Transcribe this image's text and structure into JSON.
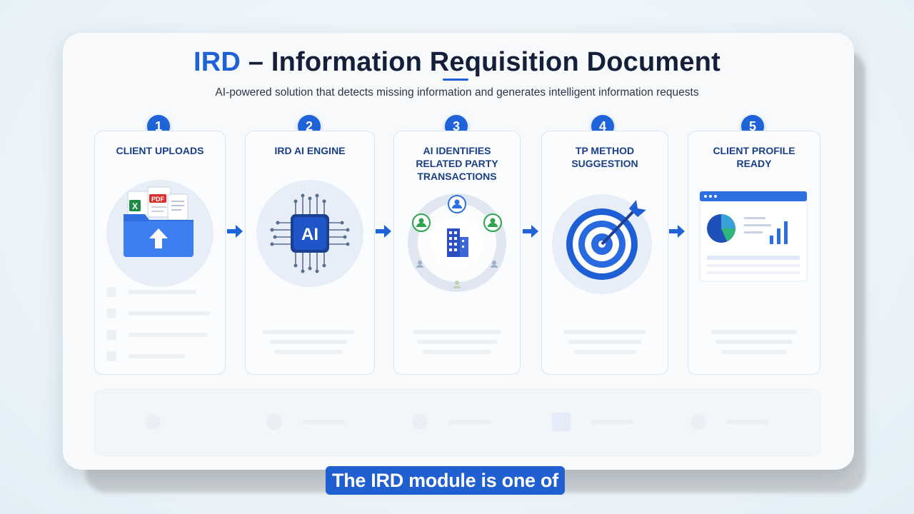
{
  "header": {
    "title_accent": "IRD",
    "title_rest": " – Information Requisition Document",
    "subtitle": "AI-powered solution that detects missing information and generates intelligent information requests"
  },
  "steps": [
    {
      "number": "1",
      "label": "CLIENT UPLOADS",
      "icon": "folder-upload-icon"
    },
    {
      "number": "2",
      "label": "IRD AI ENGINE",
      "icon": "ai-chip-icon"
    },
    {
      "number": "3",
      "label": "AI IDENTIFIES\nRELATED PARTY\nTRANSACTIONS",
      "icon": "network-building-icon"
    },
    {
      "number": "4",
      "label": "TP METHOD\nSUGGESTION",
      "icon": "target-arrow-icon"
    },
    {
      "number": "5",
      "label": "CLIENT PROFILE\nREADY",
      "icon": "dashboard-icon"
    }
  ],
  "icons": {
    "excel_letter": "X",
    "pdf_label": "PDF",
    "ai_label": "AI"
  },
  "caption": "The IRD module is one of",
  "colors": {
    "accent": "#1e63d6",
    "title": "#14203a",
    "label": "#1a3f86",
    "caption_bg": "#1f5fcf"
  }
}
